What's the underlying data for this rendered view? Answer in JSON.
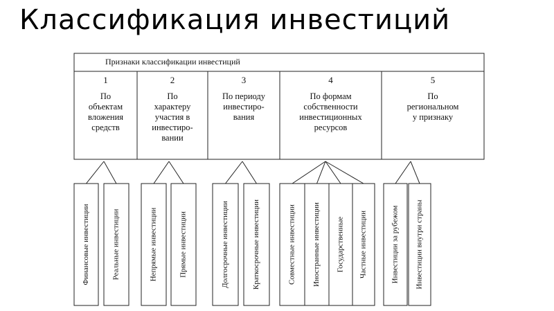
{
  "title": "Классификация инвестиций",
  "header": "Признаки классификации инвестиций",
  "categories": [
    {
      "num": "1",
      "lines": [
        "По",
        "объектам",
        "вложения",
        "средств"
      ],
      "items": [
        "Финансовые инвестиции",
        "Реальные инвестиции"
      ]
    },
    {
      "num": "2",
      "lines": [
        "По",
        "характеру",
        "участия в",
        "инвестиро-",
        "вании"
      ],
      "items": [
        "Непрямые инвестиции",
        "Прямые инвестиции"
      ]
    },
    {
      "num": "3",
      "lines": [
        "По периоду",
        "инвестиро-",
        "вания"
      ],
      "items": [
        "Долгосрочные инвестиции",
        "Краткосрочные инвестиции"
      ]
    },
    {
      "num": "4",
      "lines": [
        "По формам",
        "собственности",
        "инвестиционных",
        "ресурсов"
      ],
      "items": [
        "Совместные инвестиции",
        "Иностранные инвестиции",
        "Государственные",
        "Частные инвестиции"
      ]
    },
    {
      "num": "5",
      "lines": [
        "По",
        "региональном",
        "у признаку"
      ],
      "items": [
        "Инвестиции за рубежом",
        "Инвестиции внутри страны"
      ]
    }
  ]
}
